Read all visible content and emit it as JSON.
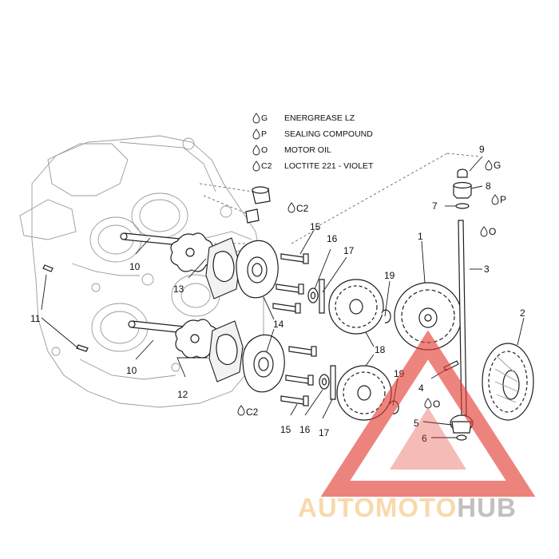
{
  "legend": [
    {
      "code": "G",
      "text": "ENERGREASE LZ"
    },
    {
      "code": "P",
      "text": "SEALING COMPOUND"
    },
    {
      "code": "O",
      "text": "MOTOR OIL"
    },
    {
      "code": "C2",
      "text": "LOCTITE 221 - VIOLET"
    }
  ],
  "callouts": {
    "n1": "1",
    "n2": "2",
    "n3": "3",
    "n4": "4",
    "n5": "5",
    "n6": "6",
    "n7": "7",
    "n8": "8",
    "n9": "9",
    "n10a": "10",
    "n10b": "10",
    "n11": "11",
    "n12": "12",
    "n13": "13",
    "n14": "14",
    "n15a": "15",
    "n15b": "15",
    "n16a": "16",
    "n16b": "16",
    "n17a": "17",
    "n17b": "17",
    "n18": "18",
    "n19a": "19",
    "n19b": "19"
  },
  "markers": {
    "m9": "G",
    "m8": "P",
    "m3": "O",
    "m5": "O",
    "m15": "C2",
    "m15b": "C2"
  },
  "watermark": {
    "brand_a": "AUTOMOTO",
    "brand_b": "HUB",
    "color_a": "#f5c27a",
    "color_b": "#9a9a9a",
    "triangle_color": "#e23a2e"
  }
}
